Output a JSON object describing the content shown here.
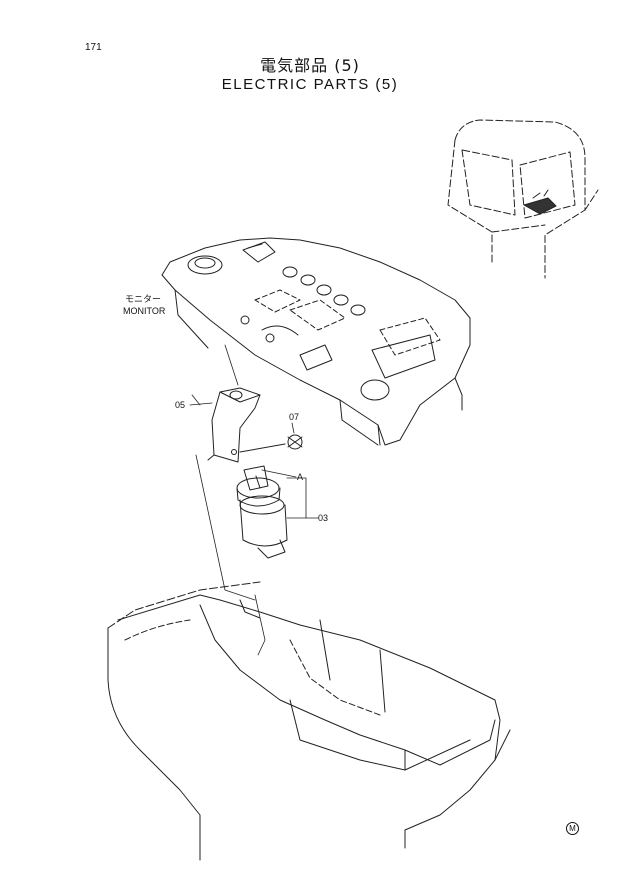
{
  "page": {
    "number": "171"
  },
  "title": {
    "jp": "電気部品 (5)",
    "en": "ELECTRIC PARTS (5)"
  },
  "labels": {
    "monitor_jp": "モニター",
    "monitor_en": "MONITOR",
    "part_05": "05",
    "part_07": "07",
    "part_a": "A",
    "part_03": "03"
  },
  "corner_mark": "M",
  "components": [
    "cab-overview",
    "monitor-panel",
    "bracket-05",
    "bolt-07",
    "key-switch-03",
    "key-a",
    "console-frame"
  ]
}
